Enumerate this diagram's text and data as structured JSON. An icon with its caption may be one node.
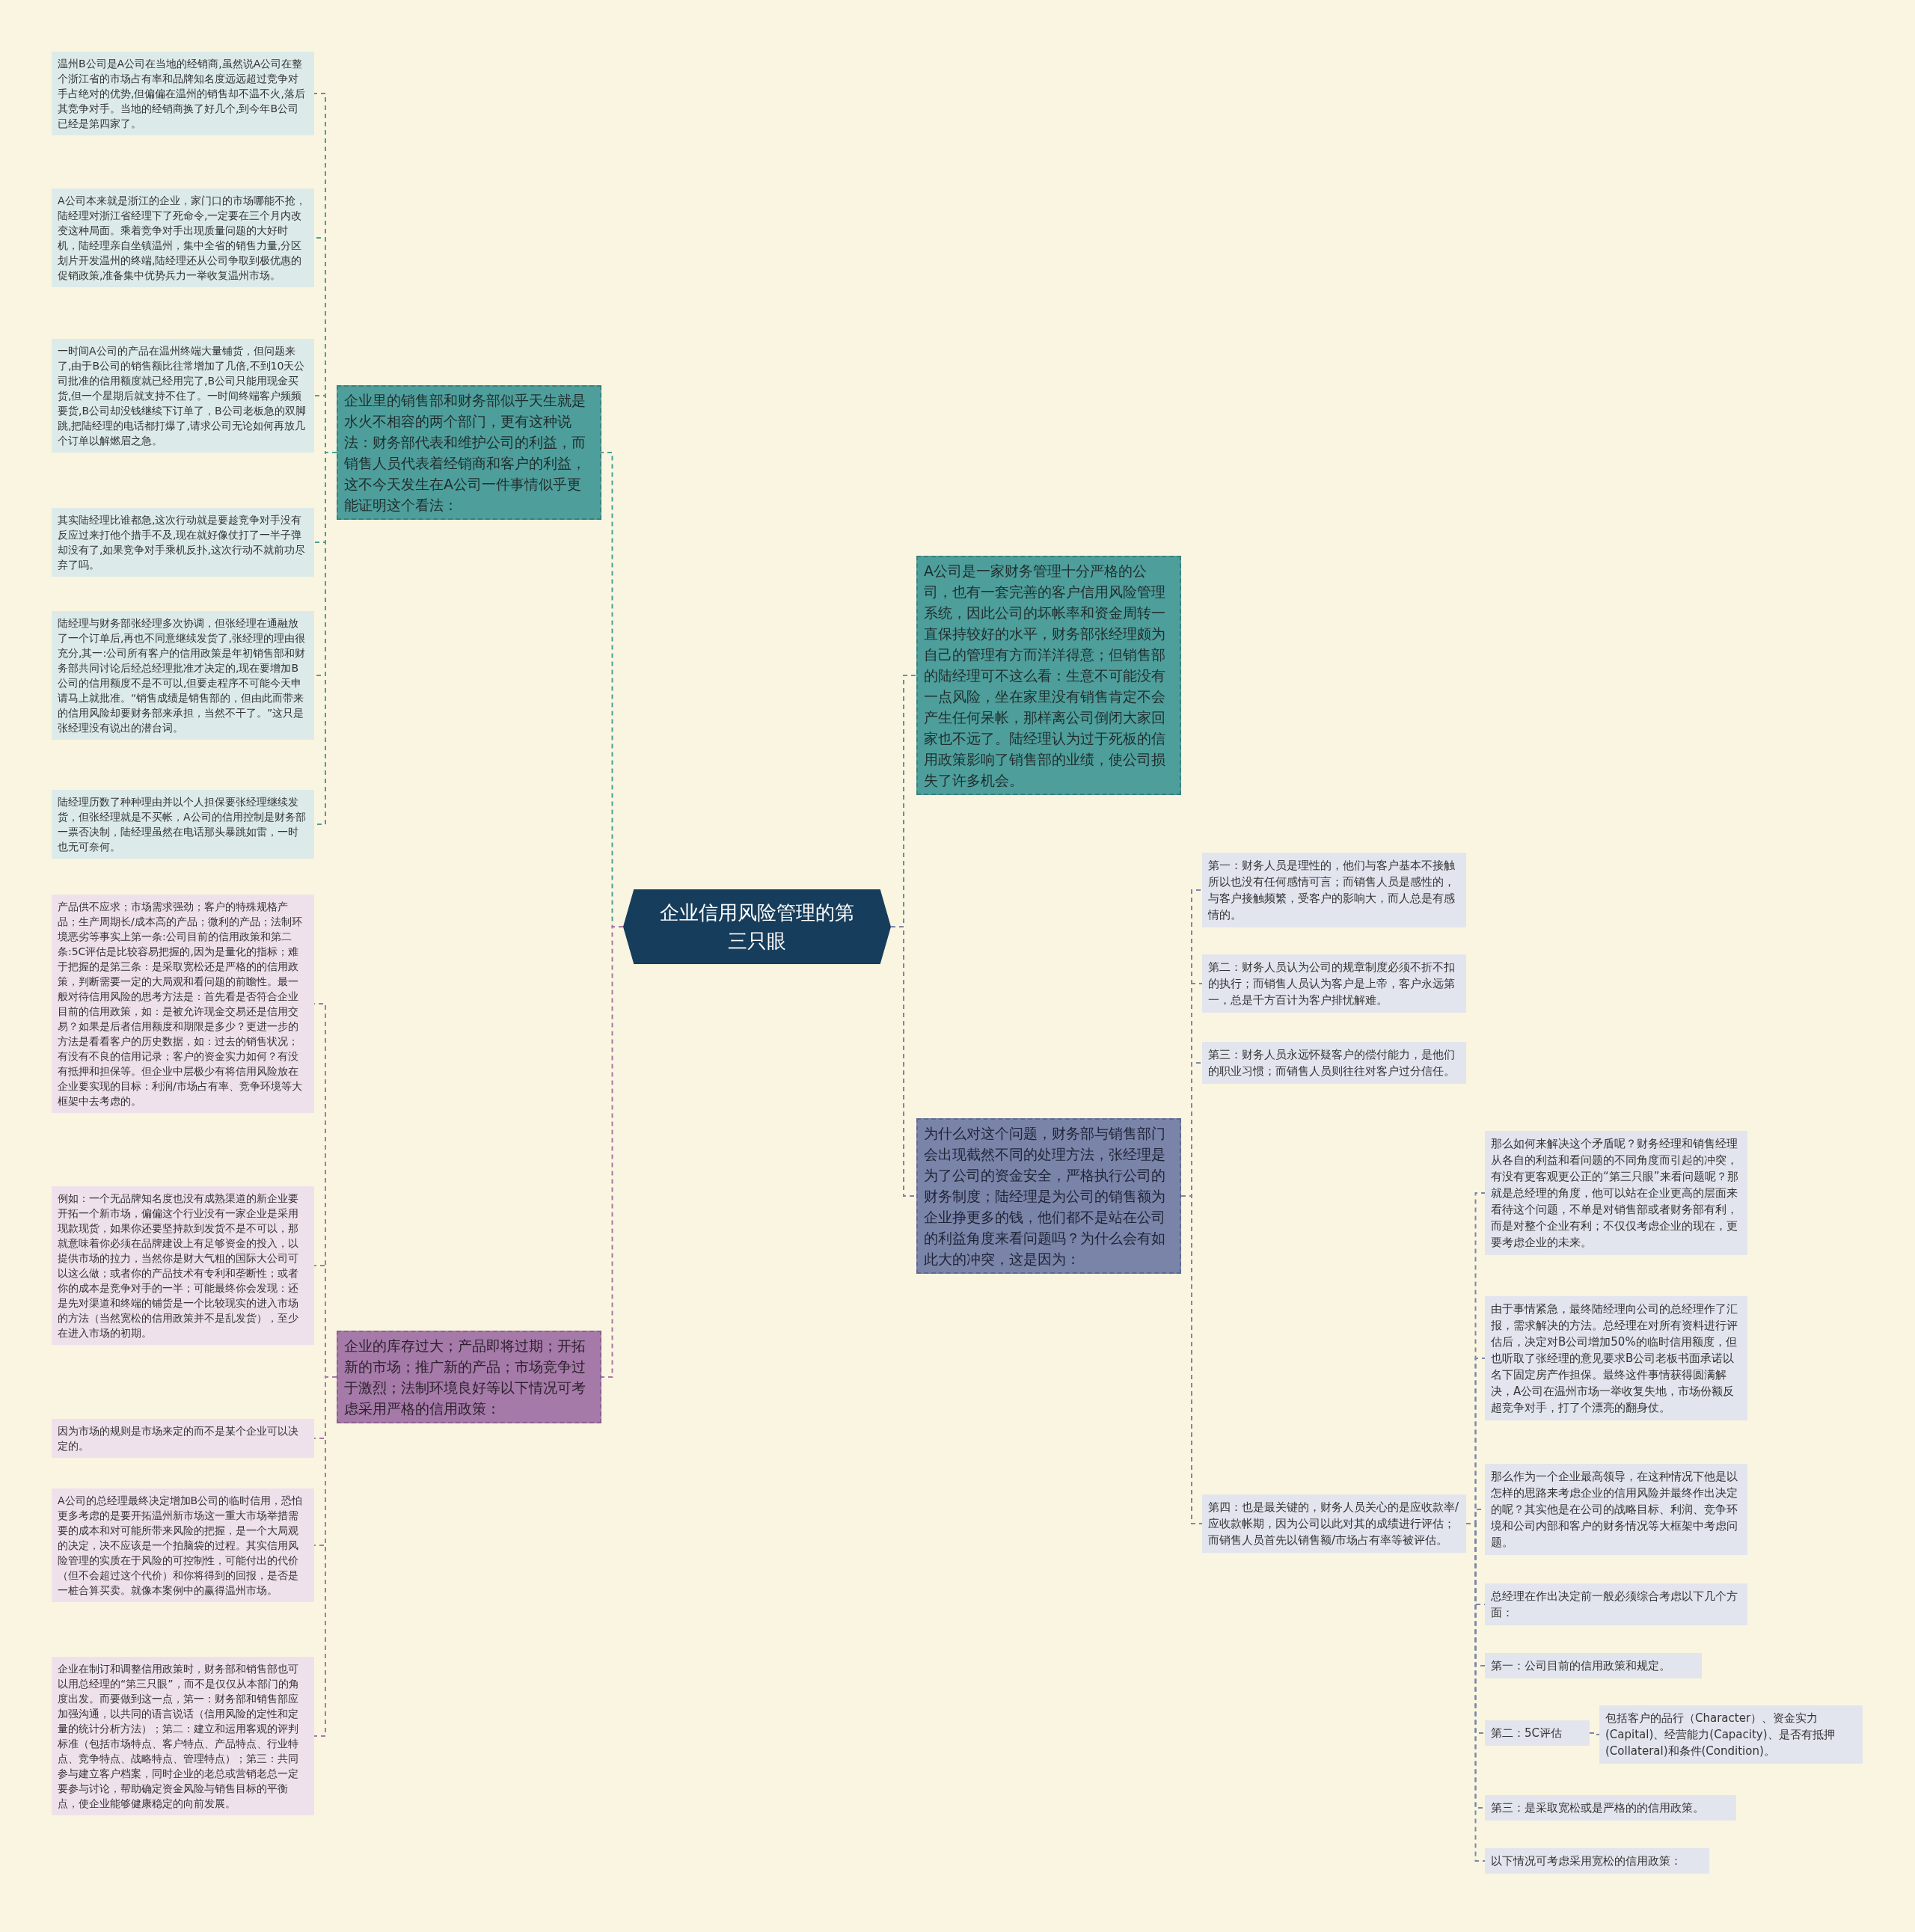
{
  "diagram": {
    "nodes": [
      {
        "text": [
          "企业信用风险管理的第三只眼"
        ]
      },
      {
        "text": [
          "企业里的销售部和财务部似乎天生就是水火不相容的两个部门，更有这种说法：财务部代表和维护公司的利益，而销售人员代表着经销商和客户的利益，这不今天发生在A公司一件事情似乎更能证明这个看法："
        ]
      },
      {
        "text": [
          "温州B公司是A公司在当地的经销商,虽然说A公司在整个浙江省的市场占有率和品牌知名度远远超过竞争对手占绝对的优势,但偏偏在温州的销售却不温不火,落后其竞争对手。当地的经销商换了好几个,到今年B公司已经是第四家了。"
        ]
      },
      {
        "text": [
          "A公司本来就是浙江的企业，家门口的市场哪能不抢，陆经理对浙江省经理下了死命令,一定要在三个月内改变这种局面。乘着竞争对手出现质量问题的大好时机，陆经理亲自坐镇温州，集中全省的销售力量,分区划片开发温州的终端,陆经理还从公司争取到极优惠的促销政策,准备集中优势兵力一举收复温州市场。"
        ]
      },
      {
        "text": [
          "一时间A公司的产品在温州终端大量铺货，但问题来了,由于B公司的销售额比往常增加了几倍,不到10天公司批准的信用额度就已经用完了,B公司只能用现金买货,但一个星期后就支持不住了。一时间终端客户频频要货,B公司却没钱继续下订单了，B公司老板急的双脚跳,把陆经理的电话都打爆了,请求公司无论如何再放几个订单以解燃眉之急。"
        ]
      },
      {
        "text": [
          "其实陆经理比谁都急,这次行动就是要趁竞争对手没有反应过来打他个措手不及,现在就好像仗打了一半子弹却没有了,如果竞争对手乘机反扑,这次行动不就前功尽弃了吗。"
        ]
      },
      {
        "text": [
          "陆经理与财务部张经理多次协调，但张经理在通融放了一个订单后,再也不同意继续发货了,张经理的理由很充分,其一:公司所有客户的信用政策是年初销售部和财务部共同讨论后经总经理批准才决定的,现在要增加B公司的信用额度不是不可以,但要走程序不可能今天申请马上就批准。“销售成绩是销售部的，但由此而带来的信用风险却要财务部来承担，当然不干了。”这只是张经理没有说出的潜台词。"
        ]
      },
      {
        "text": [
          "陆经理历数了种种理由并以个人担保要张经理继续发货，但张经理就是不买帐，A公司的信用控制是财务部一票否决制，陆经理虽然在电话那头暴跳如雷，一时也无可奈何。"
        ]
      },
      {
        "text": [
          "企业的库存过大；产品即将过期；开拓新的市场；推广新的产品；市场竞争过于激烈；法制环境良好等以下情况可考虑采用严格的信用政策："
        ]
      },
      {
        "text": [
          "产品供不应求；市场需求强劲；客户的特殊规格产品；生产周期长/成本高的产品；微利的产品；法制环境恶劣等事实上第一条:公司目前的信用政策和第二条:5C评估是比较容易把握的,因为是量化的指标；难于把握的是第三条：是采取宽松还是严格的的信用政策，判断需要一定的大局观和看问题的前瞻性。最一般对待信用风险的思考方法是：首先看是否符合企业目前的信用政策，如：是被允许现金交易还是信用交易？如果是后者信用额度和期限是多少？更进一步的方法是看看客户的历史数据，如：过去的销售状况；有没有不良的信用记录；客户的资金实力如何？有没有抵押和担保等。但企业中层极少有将信用风险放在企业要实现的目标：利润/市场占有率、竞争环境等大框架中去考虑的。"
        ]
      },
      {
        "text": [
          "例如：一个无品牌知名度也没有成熟渠道的新企业要开拓一个新市场，偏偏这个行业没有一家企业是采用现款现货，如果你还要坚持款到发货不是不可以，那就意味着你必须在品牌建设上有足够资金的投入，以提供市场的拉力，当然你是财大气粗的国际大公司可以这么做；或者你的产品技术有专利和垄断性；或者你的成本是竞争对手的一半；可能最终你会发现：还是先对渠道和终端的铺货是一个比较现实的进入市场的方法（当然宽松的信用政策并不是乱发货），至少在进入市场的初期。"
        ]
      },
      {
        "text": [
          "因为市场的规则是市场来定的而不是某个企业可以决定的。"
        ]
      },
      {
        "text": [
          "A公司的总经理最终决定增加B公司的临时信用，恐怕更多考虑的是要开拓温州新市场这一重大市场举措需要的成本和对可能所带来风险的把握，是一个大局观的决定，决不应该是一个拍脑袋的过程。其实信用风险管理的实质在于风险的可控制性，可能付出的代价（但不会超过这个代价）和你将得到的回报，是否是一桩合算买卖。就像本案例中的赢得温州市场。"
        ]
      },
      {
        "text": [
          "企业在制订和调整信用政策时，财务部和销售部也可以用总经理的“第三只眼”，而不是仅仅从本部门的角度出发。而要做到这一点，第一：财务部和销售部应加强沟通，以共同的语言说话（信用风险的定性和定量的统计分析方法）；第二：建立和运用客观的评判标准（包括市场特点、客户特点、产品特点、行业特点、竞争特点、战略特点、管理特点）；第三：共同参与建立客户档案，同时企业的老总或营销老总一定要参与讨论，帮助确定资金风险与销售目标的平衡点，使企业能够健康稳定的向前发展。"
        ]
      },
      {
        "text": [
          "A公司是一家财务管理十分严格的公司，也有一套完善的客户信用风险管理系统，因此公司的坏帐率和资金周转一直保持较好的水平，财务部张经理颇为自己的管理有方而洋洋得意；但销售部的陆经理可不这么看：生意不可能没有一点风险，坐在家里没有销售肯定不会产生任何呆帐，那样离公司倒闭大家回家也不远了。陆经理认为过于死板的信用政策影响了销售部的业绩，使公司损失了许多机会。"
        ]
      },
      {
        "text": [
          "为什么对这个问题，财务部与销售部门会出现截然不同的处理方法，张经理是为了公司的资金安全，严格执行公司的财务制度；陆经理是为公司的销售额为企业挣更多的钱，他们都不是站在公司的利益角度来看问题吗？为什么会有如此大的冲突，这是因为："
        ]
      },
      {
        "text": [
          "第一：财务人员是理性的，他们与客户基本不接触所以也没有任何感情可言；而销售人员是感性的，与客户接触频繁，受客户的影响大，而人总是有感情的。"
        ]
      },
      {
        "text": [
          "第二：财务人员认为公司的规章制度必须不折不扣的执行；而销售人员认为客户是上帝，客户永远第一，总是千方百计为客户排忧解难。"
        ]
      },
      {
        "text": [
          "第三：财务人员永远怀疑客户的偿付能力，是他们的职业习惯；而销售人员则往往对客户过分信任。"
        ]
      },
      {
        "text": [
          "第四：也是最关键的，财务人员关心的是应收款率/应收款帐期，因为公司以此对其的成绩进行评估；而销售人员首先以销售额/市场占有率等被评估。"
        ]
      },
      {
        "text": [
          "那么如何来解决这个矛盾呢？财务经理和销售经理从各自的利益和看问题的不同角度而引起的冲突，有没有更客观更公正的“第三只眼”来看问题呢？那就是总经理的角度，他可以站在企业更高的层面来看待这个问题，不单是对销售部或者财务部有利，而是对整个企业有利；不仅仅考虑企业的现在，更要考虑企业的未来。"
        ]
      },
      {
        "text": [
          "由于事情紧急，最终陆经理向公司的总经理作了汇报，需求解决的方法。总经理在对所有资料进行评估后，决定对B公司增加50%的临时信用额度，但也听取了张经理的意见要求B公司老板书面承诺以名下固定房产作担保。最终这件事情获得圆满解决，A公司在温州市场一举收复失地，市场份额反超竞争对手，打了个漂亮的翻身仗。"
        ]
      },
      {
        "text": [
          "那么作为一个企业最高领导，在这种情况下他是以怎样的思路来考虑企业的信用风险并最终作出决定的呢？其实他是在公司的战略目标、利润、竞争环境和公司内部和客户的财务情况等大框架中考虑问题。"
        ]
      },
      {
        "text": [
          "总经理在作出决定前一般必须综合考虑以下几个方面："
        ]
      },
      {
        "text": [
          "第一：公司目前的信用政策和规定。"
        ]
      },
      {
        "text": [
          "第二：5C评估"
        ]
      },
      {
        "text": [
          "第三：是采取宽松或是严格的的信用政策。"
        ]
      },
      {
        "text": [
          "以下情况可考虑采用宽松的信用政策："
        ]
      },
      {
        "text": [
          "包括客户的品行（Character）、资金实力(Capital)、经营能力(Capacity)、是否有抵押(Collateral)和条件(Condition)。"
        ]
      }
    ],
    "edges": [
      {
        "from": 0,
        "to": 1,
        "arrow": "none",
        "style": "dashed",
        "color": "#4e9e9b"
      },
      {
        "from": 1,
        "to": 2,
        "arrow": "none",
        "style": "dashed",
        "color": "#4e9e9b"
      },
      {
        "from": 1,
        "to": 3,
        "arrow": "none",
        "style": "dashed",
        "color": "#4e9e9b"
      },
      {
        "from": 1,
        "to": 4,
        "arrow": "none",
        "style": "dashed",
        "color": "#4e9e9b"
      },
      {
        "from": 1,
        "to": 5,
        "arrow": "none",
        "style": "dashed",
        "color": "#4e9e9b"
      },
      {
        "from": 1,
        "to": 6,
        "arrow": "none",
        "style": "dashed",
        "color": "#4e9e9b"
      },
      {
        "from": 1,
        "to": 7,
        "arrow": "none",
        "style": "dashed",
        "color": "#4e9e9b"
      },
      {
        "from": 0,
        "to": 8,
        "arrow": "none",
        "style": "dashed",
        "color": "#a57aa8"
      },
      {
        "from": 8,
        "to": 9,
        "arrow": "none",
        "style": "dashed",
        "color": "#a57aa8"
      },
      {
        "from": 8,
        "to": 10,
        "arrow": "none",
        "style": "dashed",
        "color": "#a57aa8"
      },
      {
        "from": 8,
        "to": 11,
        "arrow": "none",
        "style": "dashed",
        "color": "#a57aa8"
      },
      {
        "from": 8,
        "to": 12,
        "arrow": "none",
        "style": "dashed",
        "color": "#a57aa8"
      },
      {
        "from": 8,
        "to": 13,
        "arrow": "none",
        "style": "dashed",
        "color": "#a57aa8"
      },
      {
        "from": 0,
        "to": 14,
        "arrow": "none",
        "style": "dashed",
        "color": "#4e9e9b"
      },
      {
        "from": 0,
        "to": 15,
        "arrow": "none",
        "style": "dashed"
      },
      {
        "from": 15,
        "to": 16,
        "arrow": "none",
        "style": "dashed"
      },
      {
        "from": 15,
        "to": 17,
        "arrow": "none",
        "style": "dashed"
      },
      {
        "from": 15,
        "to": 18,
        "arrow": "none",
        "style": "dashed"
      },
      {
        "from": 15,
        "to": 19,
        "arrow": "none",
        "style": "dashed"
      },
      {
        "from": 19,
        "to": 20,
        "arrow": "none",
        "style": "dashed"
      },
      {
        "from": 19,
        "to": 21,
        "arrow": "none",
        "style": "dashed"
      },
      {
        "from": 19,
        "to": 22,
        "arrow": "none",
        "style": "dashed"
      },
      {
        "from": 19,
        "to": 23,
        "arrow": "none",
        "style": "dashed"
      },
      {
        "from": 19,
        "to": 24,
        "arrow": "none",
        "style": "dashed"
      },
      {
        "from": 19,
        "to": 25,
        "arrow": "none",
        "style": "dashed"
      },
      {
        "from": 19,
        "to": 26,
        "arrow": "none",
        "style": "dashed"
      },
      {
        "from": 19,
        "to": 27,
        "arrow": "none",
        "style": "dashed"
      },
      {
        "from": 25,
        "to": 28,
        "arrow": "none",
        "style": "dashed"
      }
    ]
  }
}
